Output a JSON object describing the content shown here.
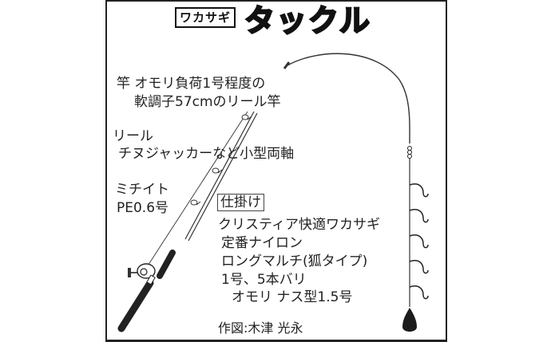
{
  "title": {
    "badge": "ワカサギ",
    "main": "タックル"
  },
  "labels": {
    "rod_line1": "竿 オモリ負荷1号程度の",
    "rod_line2": "軟調子57cmのリール竿",
    "reel_line1": "リール",
    "reel_line2": "チヌジャッカーなど小型両軸",
    "mainline_line1": "ミチイト",
    "mainline_line2": "PE0.6号",
    "rig_header": "仕掛け",
    "rig_line1": "クリスティア快適ワカサギ",
    "rig_line2": "定番ナイロン",
    "rig_line3": "ロングマルチ(狐タイプ)",
    "rig_line4": "1号、5本バリ",
    "rig_line5": "オモリ ナス型1.5号",
    "credit": "作図:木津 光永"
  },
  "diagram": {
    "components": [
      "fishing-rod",
      "baitcasting-reel",
      "main-line",
      "swivel",
      "5-hook-rig",
      "sinker"
    ],
    "hook_count": 5,
    "line_color": "#333333",
    "fill_dark": "#222222"
  }
}
